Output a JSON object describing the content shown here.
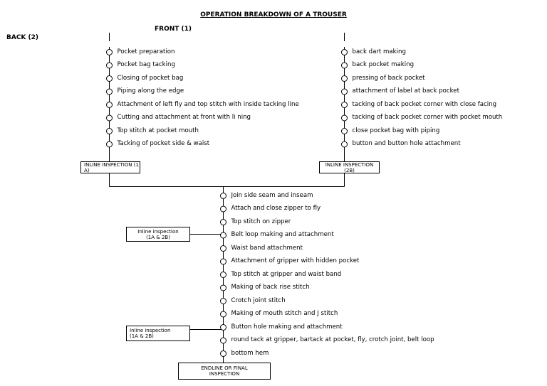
{
  "title": "OPERATION BREAKDOWN OF A TROUSER",
  "front_header": "FRONT    (1)",
  "back_header": "BACK (2)",
  "front_ops": [
    "Pocket preparation",
    "Pocket bag tacking",
    "Closing of pocket bag",
    "Piping along the edge",
    "Attachment of left fly and top stitch with inside tacking line",
    "Cutting and attachment at front with li ning",
    "Top stitch at pocket mouth",
    "Tacking of pocket side & waist"
  ],
  "back_ops": [
    "back dart making",
    "back pocket making",
    "pressing of back pocket",
    "attachment of label at back pocket",
    "tacking of back pocket corner with close facing",
    "tacking of back pocket corner with pocket mouth",
    "close pocket bag with piping",
    "button and button hole attachment"
  ],
  "front_inspection": "INLINE INSPECTION (1 A)",
  "back_inspection": "INLINE INSPECTION (2B)",
  "assembly_ops": [
    "Join side seam and inseam",
    "Attach and close zipper to fly",
    "Top stitch on zipper",
    "Belt loop making and attachment",
    "Waist band attachment",
    "Attachment of gripper with hidden pocket",
    "Top stitch at gripper and waist band",
    "Making of back rise stitch",
    "Crotch joint stitch",
    "Making of mouth stitch and J stitch",
    "Button hole making and attachment",
    "round tack at gripper, bartack at pocket, fly, crotch joint, belt loop",
    "bottom hem"
  ],
  "inline_inspection_1": {
    "line1": "Inline inspection",
    "line2": "(1A & 2B)"
  },
  "inline_inspection_2": {
    "line1": "Inline inspection",
    "line2": "(1A & 2B)"
  },
  "final_inspection": {
    "line1": "ENDLINE OR FINAL",
    "line2": "INSPECTION"
  }
}
